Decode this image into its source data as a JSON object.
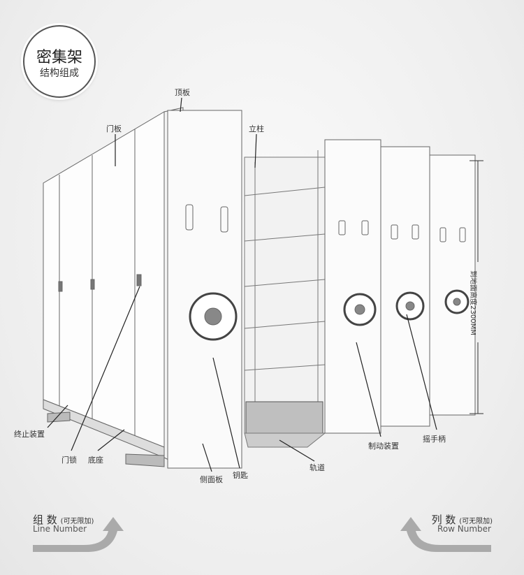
{
  "title": {
    "main": "密集架",
    "sub": "结构组成"
  },
  "labels": {
    "top_panel": "顶板",
    "door_panel": "门板",
    "column": "立柱",
    "stop_device": "终止装置",
    "door_lock": "门锁",
    "base": "底座",
    "side_panel": "侧面板",
    "key": "钥匙",
    "track": "轨道",
    "brake_device": "制动装置",
    "crank_handle": "摇手柄",
    "height_dimension": "到地面高度2300MM"
  },
  "line_count": {
    "title": "组 数",
    "note": "(可无限加)",
    "english": "Line Number"
  },
  "row_count": {
    "title": "列 数",
    "note": "(可无限加)",
    "english": "Row Number"
  },
  "colors": {
    "arrow": "#aaaaaa",
    "line": "#222222"
  }
}
